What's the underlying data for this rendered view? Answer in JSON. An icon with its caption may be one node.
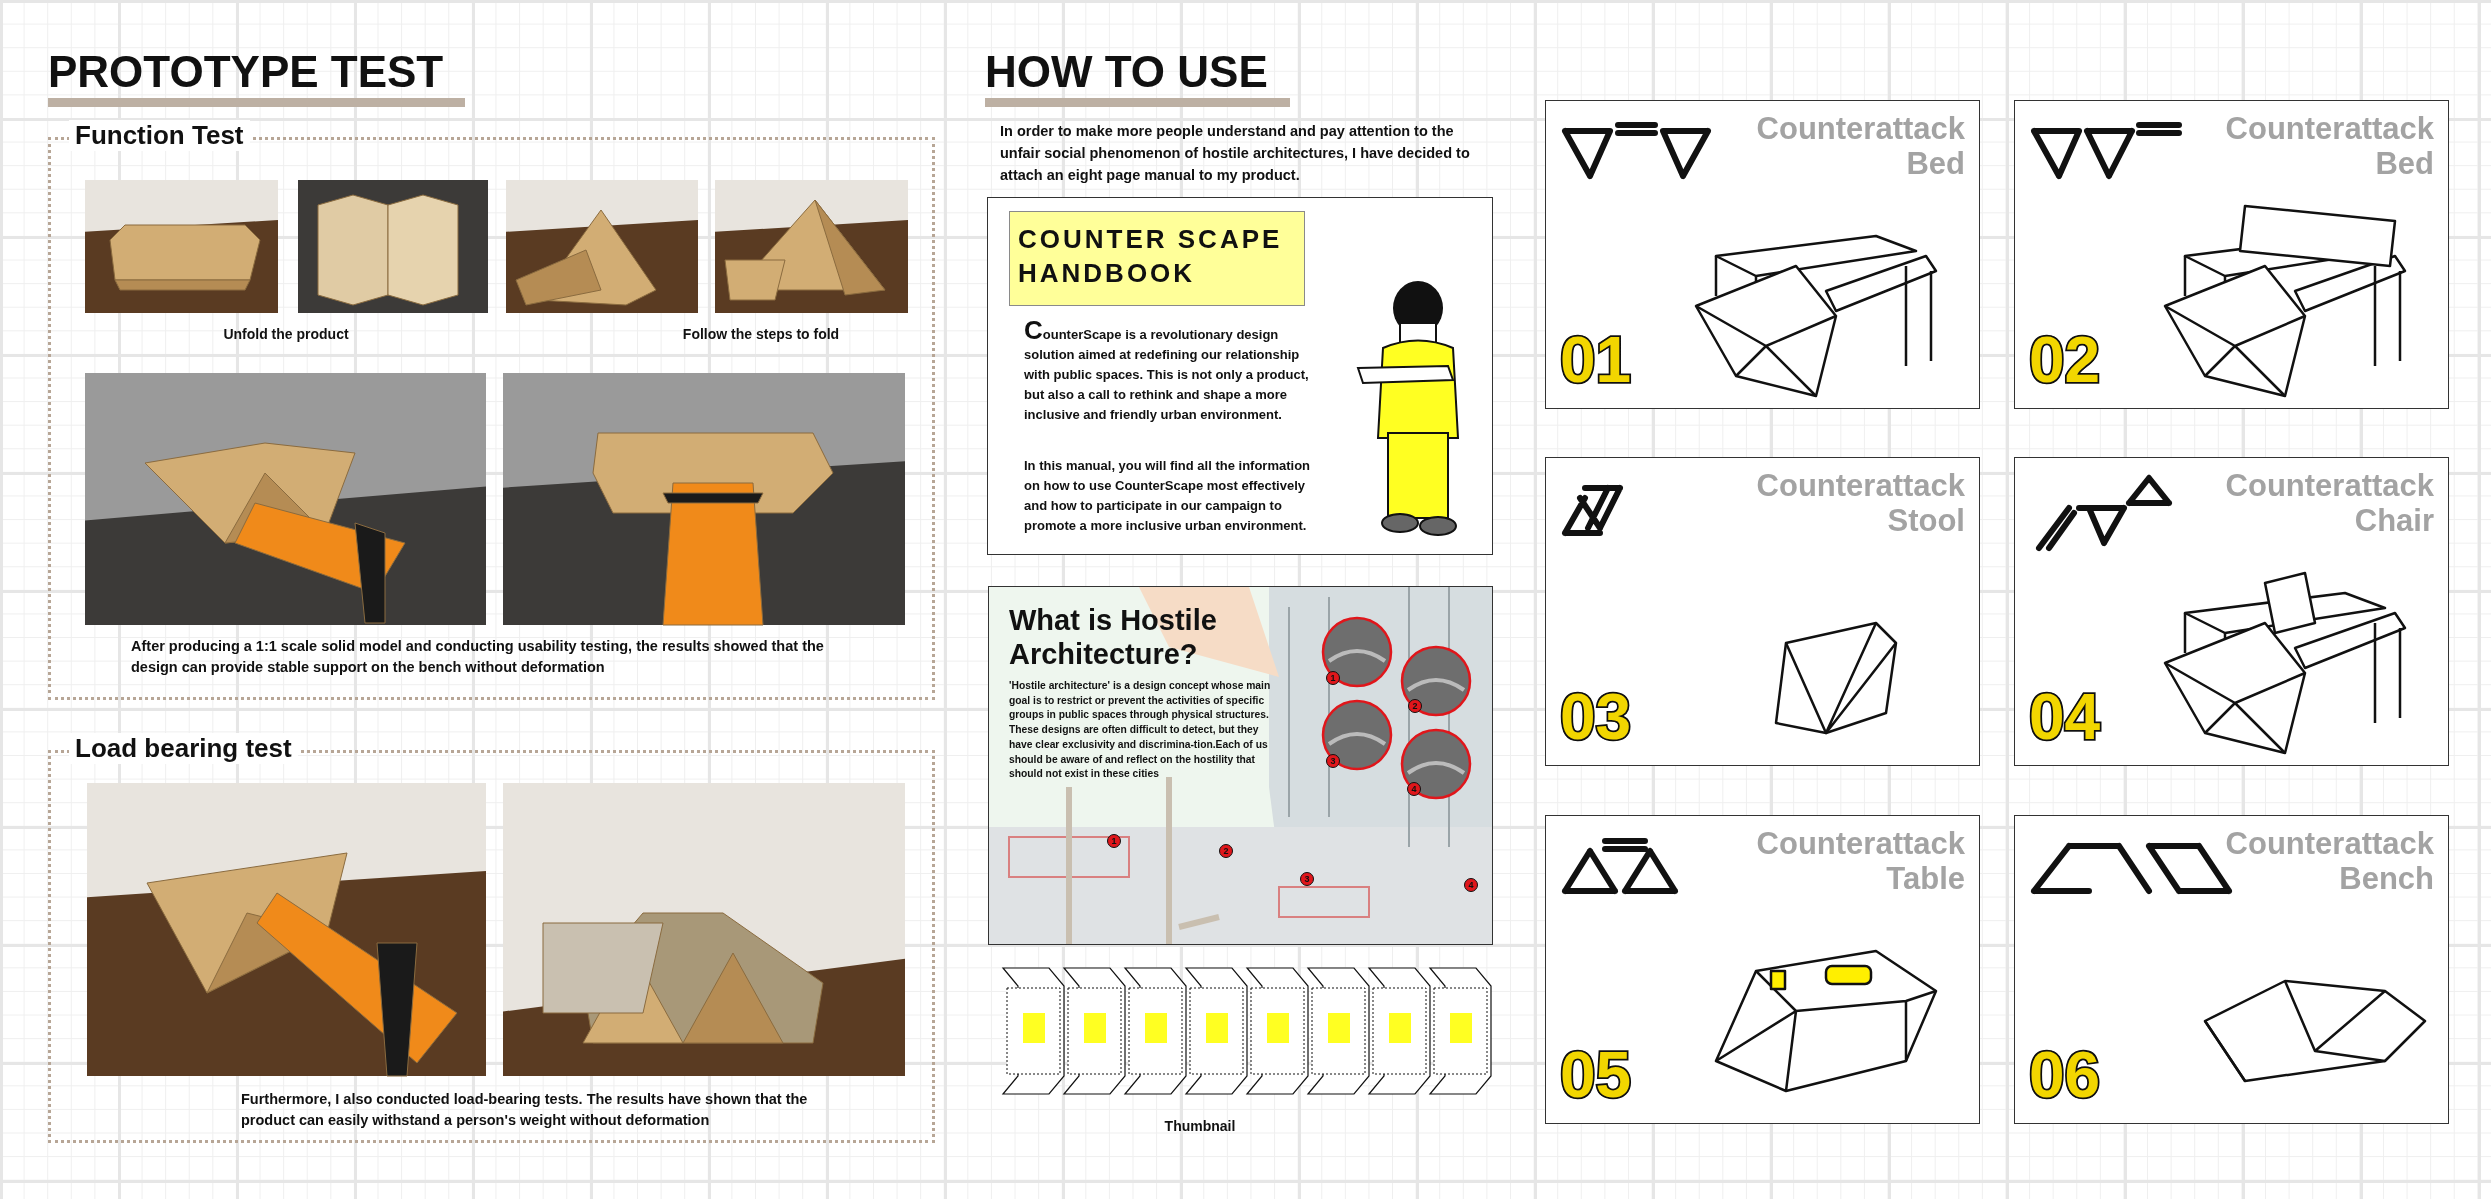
{
  "diagram": {
    "nodes": [
      {
        "text": [
          "Function Test",
          "Unfold the product",
          "Follow the steps to fold",
          "After producing a 1:1 scale solid model and conducting usability testing, the results showed that the design can provide stable support on the bench without deformation"
        ]
      },
      {
        "text": [
          "Load bearing test",
          "Furthermore, I also conducted load-bearing tests. The results have shown that the product can easily withstand a person's weight without deformation"
        ]
      },
      {
        "text": [
          "CounterScape is a revolutionary design solution aimed at redefining our relationship with public spaces. This is not only a product, but also a call to rethink and shape a more inclusive and friendly urban environment.",
          "In this manual, you will find all the information on how to use CounterScape most effectively and how to participate in our campaign to promote a more inclusive urban environment."
        ]
      },
      {
        "text": [
          "COUNTER SCAPE HANDBOOK"
        ],
        "in": 2
      },
      {
        "text": [
          "What is Hostile Architecture?",
          "'Hostile architecture' is a design concept whose main goal is to restrict or prevent the activities of specific groups in public spaces through physical structures. These designs are often difficult to detect, but they have clear exclusivity and discrimina-tion.Each of us should be aware of and reflect on the hostility that should not exist in these cities"
        ]
      },
      {
        "text": [
          "1"
        ],
        "in": 4
      },
      {
        "text": [
          "2"
        ],
        "in": 4
      },
      {
        "text": [
          "3"
        ],
        "in": 4
      },
      {
        "text": [
          "4"
        ],
        "in": 4
      },
      {
        "text": [
          "1"
        ],
        "in": 4
      },
      {
        "text": [
          "2"
        ],
        "in": 4
      },
      {
        "text": [
          "3"
        ],
        "in": 4
      },
      {
        "text": [
          "4"
        ],
        "in": 4
      },
      {
        "text": [
          "Counterattack Bed",
          "01"
        ]
      },
      {
        "text": [
          "Counterattack Bed",
          "02"
        ]
      },
      {
        "text": [
          "Counterattack Stool",
          "03"
        ]
      },
      {
        "text": [
          "Counterattack Chair",
          "04"
        ]
      },
      {
        "text": [
          "Counterattack Table",
          "05"
        ]
      },
      {
        "text": [
          "Counterattack Bench",
          "06"
        ]
      }
    ],
    "labels": [
      "PROTOTYPE TEST",
      "HOW TO USE",
      "In order to make more people understand and pay attention to the unfair social phenomenon of hostile architectures, I have decided to attach an eight page manual to my product.",
      "Thumbnail"
    ]
  }
}
